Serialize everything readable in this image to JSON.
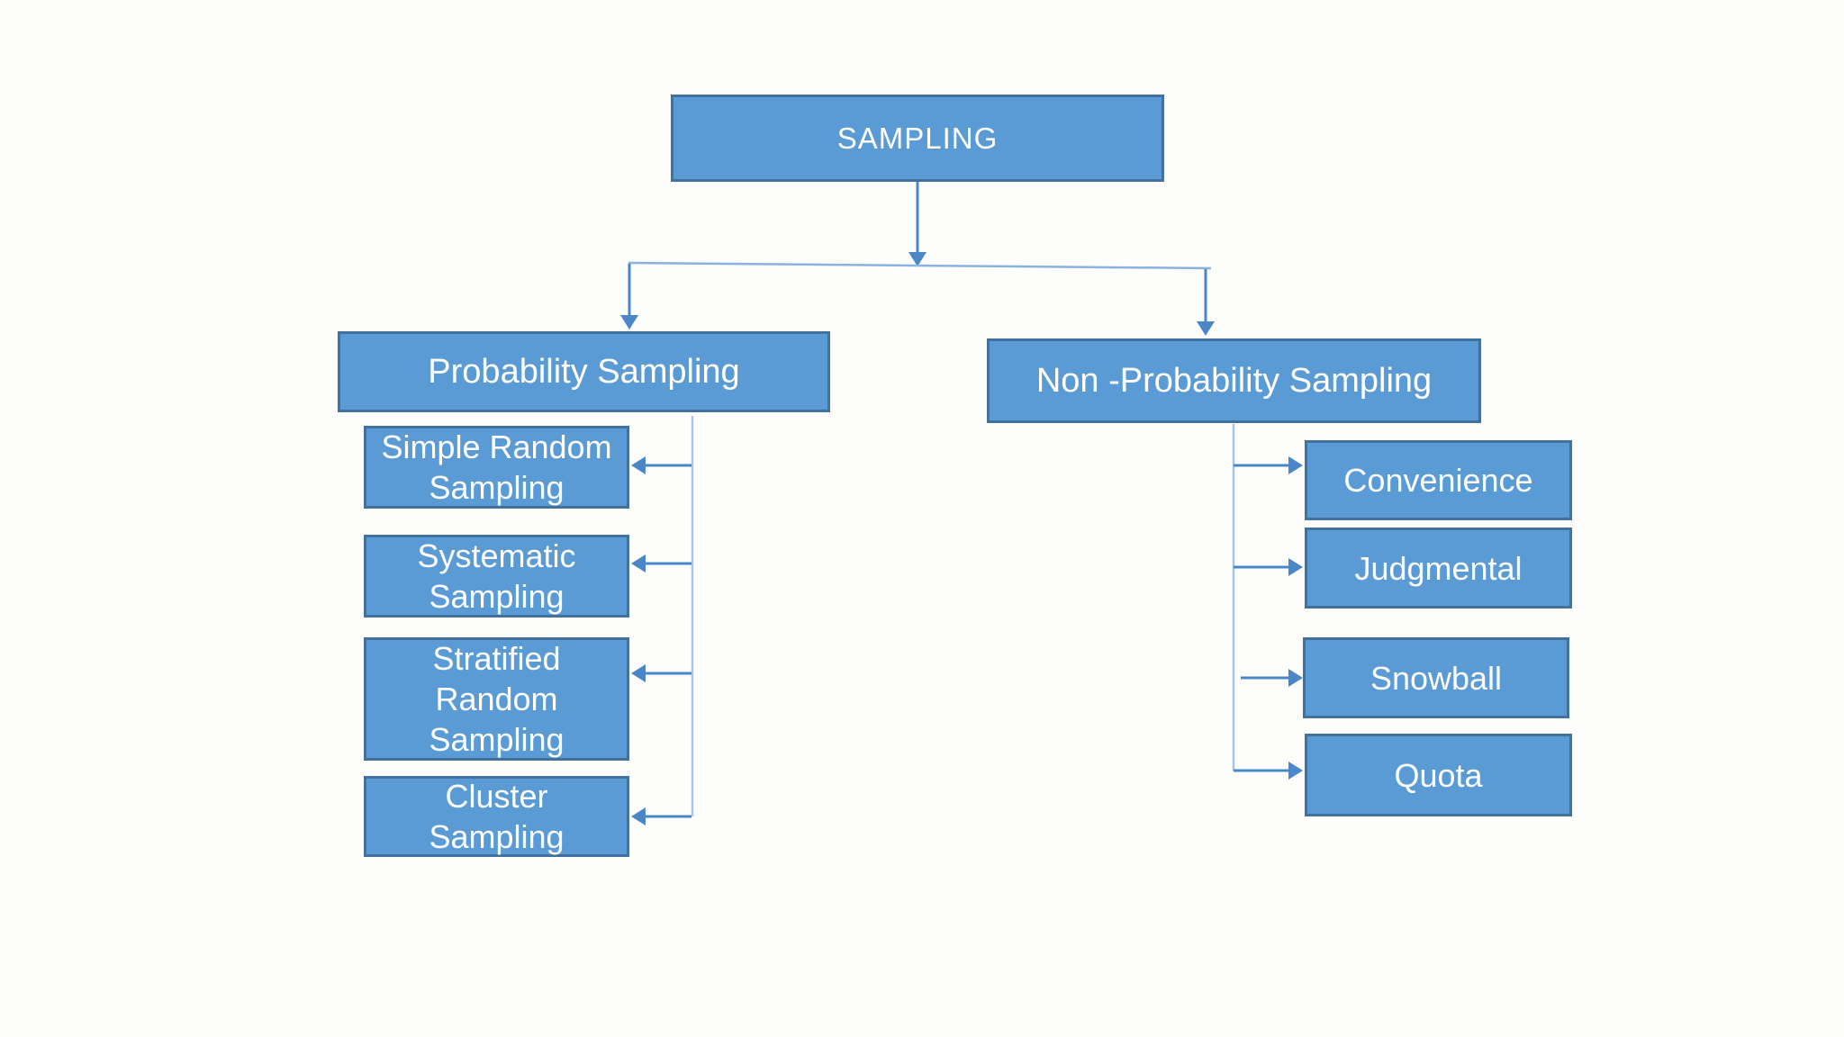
{
  "colors": {
    "background": "#fdfdfc",
    "box-fill": "#5b9bd5",
    "box-border": "#41719c",
    "connector-medium": "#4a86c8",
    "connector-light": "#a8c6e8",
    "connector-slant": "#8ab2dd",
    "text": "#ffffff"
  },
  "diagram": {
    "root": {
      "label": "SAMPLING"
    },
    "branches": [
      {
        "label": "Probability Sampling",
        "children": [
          {
            "label": "Simple Random Sampling"
          },
          {
            "label": "Systematic Sampling"
          },
          {
            "label": "Stratified Random Sampling"
          },
          {
            "label": "Cluster Sampling"
          }
        ]
      },
      {
        "label": "Non -Probability Sampling",
        "children": [
          {
            "label": "Convenience"
          },
          {
            "label": "Judgmental"
          },
          {
            "label": "Snowball"
          },
          {
            "label": "Quota"
          }
        ]
      }
    ]
  }
}
